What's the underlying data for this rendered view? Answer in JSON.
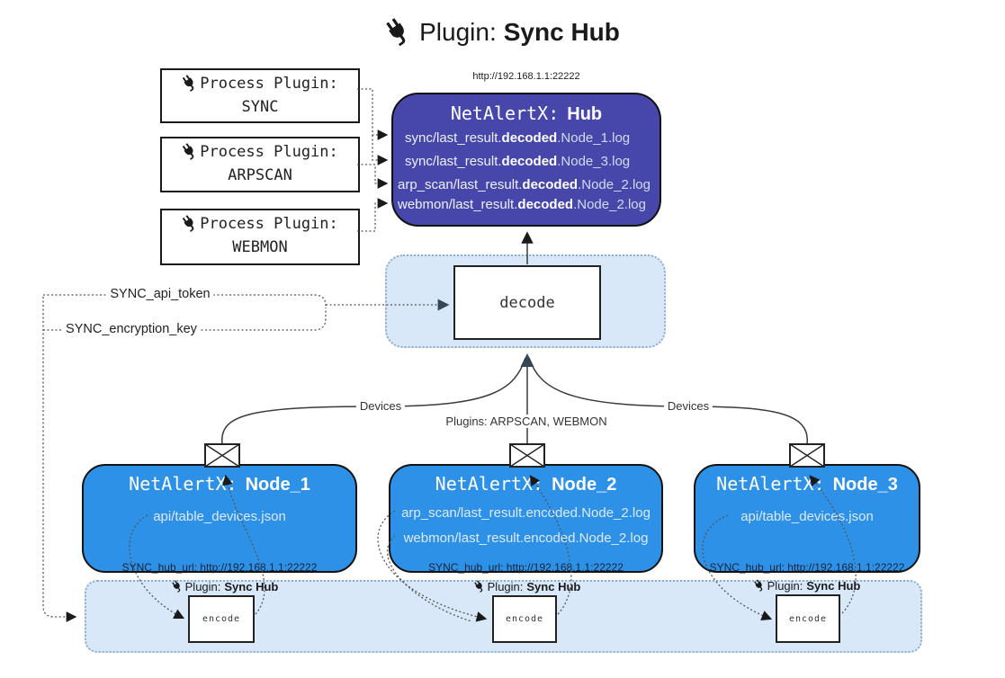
{
  "header": {
    "icon": "plug-icon",
    "prefix": "Plugin:",
    "bold": "Sync Hub"
  },
  "process_plugins": [
    {
      "icon": "plug-icon",
      "label": "Process Plugin:",
      "name": "SYNC"
    },
    {
      "icon": "plug-icon",
      "label": "Process Plugin:",
      "name": "ARPSCAN"
    },
    {
      "icon": "plug-icon",
      "label": "Process Plugin:",
      "name": "WEBMON"
    }
  ],
  "hub": {
    "url": "http://192.168.1.1:22222",
    "name_prefix": "NetAlertX:",
    "name_bold": "Hub",
    "logs": [
      {
        "pre": "sync/last_result.",
        "bold": "decoded",
        "post": ".Node_1.log"
      },
      {
        "pre": "sync/last_result.",
        "bold": "decoded",
        "post": ".Node_3.log"
      },
      {
        "pre": "arp_scan/last_result.",
        "bold": "decoded",
        "post": ".Node_2.log"
      },
      {
        "pre": "webmon/last_result.",
        "bold": "decoded",
        "post": ".Node_2.log"
      }
    ]
  },
  "decode": {
    "label": "decode"
  },
  "settings": {
    "api_token": "SYNC_api_token",
    "encryption_key": "SYNC_encryption_key"
  },
  "edges": {
    "devices_left": "Devices",
    "devices_right": "Devices",
    "plugins_middle": "Plugins: ARPSCAN, WEBMON"
  },
  "nodes": [
    {
      "name_prefix": "NetAlertX:",
      "name_bold": "Node_1",
      "lines": [
        "api/table_devices.json"
      ],
      "hub_url": "SYNC_hub_url: http://192.168.1.1:22222",
      "envelope": "envelope-icon"
    },
    {
      "name_prefix": "NetAlertX:",
      "name_bold": "Node_2",
      "lines": [
        "arp_scan/last_result.encoded.Node_2.log",
        "webmon/last_result.encoded.Node_2.log"
      ],
      "hub_url": "SYNC_hub_url: http://192.168.1.1:22222",
      "envelope": "envelope-icon"
    },
    {
      "name_prefix": "NetAlertX:",
      "name_bold": "Node_3",
      "lines": [
        "api/table_devices.json"
      ],
      "hub_url": "SYNC_hub_url: http://192.168.1.1:22222",
      "envelope": "envelope-icon"
    }
  ],
  "encoders": [
    {
      "icon": "plug-icon",
      "label_prefix": "Plugin:",
      "label_bold": "Sync Hub",
      "box": "encode"
    },
    {
      "icon": "plug-icon",
      "label_prefix": "Plugin:",
      "label_bold": "Sync Hub",
      "box": "encode"
    },
    {
      "icon": "plug-icon",
      "label_prefix": "Plugin:",
      "label_bold": "Sync Hub",
      "box": "encode"
    }
  ],
  "colors": {
    "hub_bg": "#4747ab",
    "node_bg": "#2e91e8",
    "panel_bg": "#d9e8f8",
    "box_border": "#121212",
    "solid_line": "#3b3b3b",
    "dotted_line": "#555555",
    "arrow_navy": "#33475b"
  }
}
